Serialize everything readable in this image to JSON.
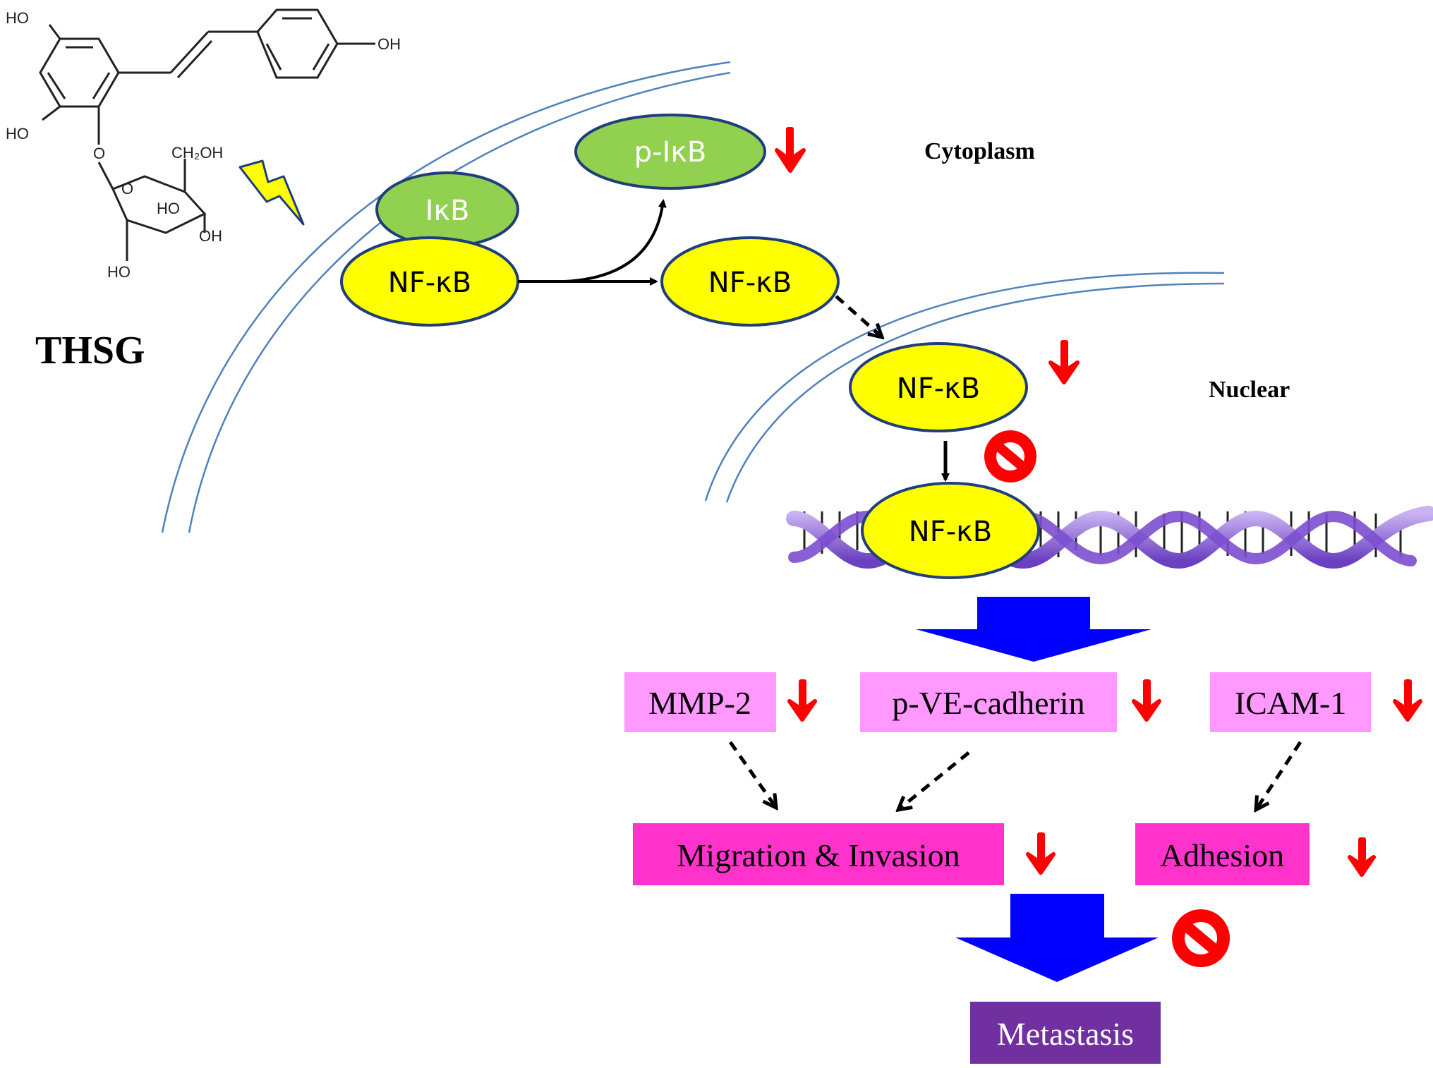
{
  "compound": {
    "name": "THSG",
    "atoms": {
      "ho_top": "HO",
      "oh_right": "OH",
      "ho_left": "HO",
      "o_link": "O",
      "ch2oh": "CH₂OH",
      "o_ring": "O",
      "ho_ring": "HO",
      "oh_ring": "OH",
      "ho_bottom": "HO"
    }
  },
  "compartments": {
    "cytoplasm": "Cytoplasm",
    "nuclear": "Nuclear"
  },
  "nodes": {
    "ikb": "IκB",
    "nfkb_complex": "NF-κB",
    "p_ikb": "p-IκB",
    "nfkb_free": "NF-κB",
    "nfkb_nuclear": "NF-κB",
    "nfkb_dna": "NF-κB"
  },
  "targets": [
    "MMP-2",
    "p-VE-cadherin",
    "ICAM-1"
  ],
  "processes": [
    "Migration & Invasion",
    "Adhesion"
  ],
  "outcome": "Metastasis",
  "colors": {
    "green_node": "#92d050",
    "yellow_node": "#ffff00",
    "node_stroke": "#1f3e7a",
    "target_box": "#ff99ff",
    "process_box": "#ff33cc",
    "outcome_box": "#7030a0",
    "down_arrow": "#ff0000",
    "big_arrow": "#0000ff",
    "membrane": "#4f81bd",
    "dna": "#8a5cd6"
  },
  "icons": [
    "lightning-icon",
    "down-arrow-icon",
    "inhibition-icon",
    "dna-helix-icon",
    "block-arrow-icon"
  ]
}
